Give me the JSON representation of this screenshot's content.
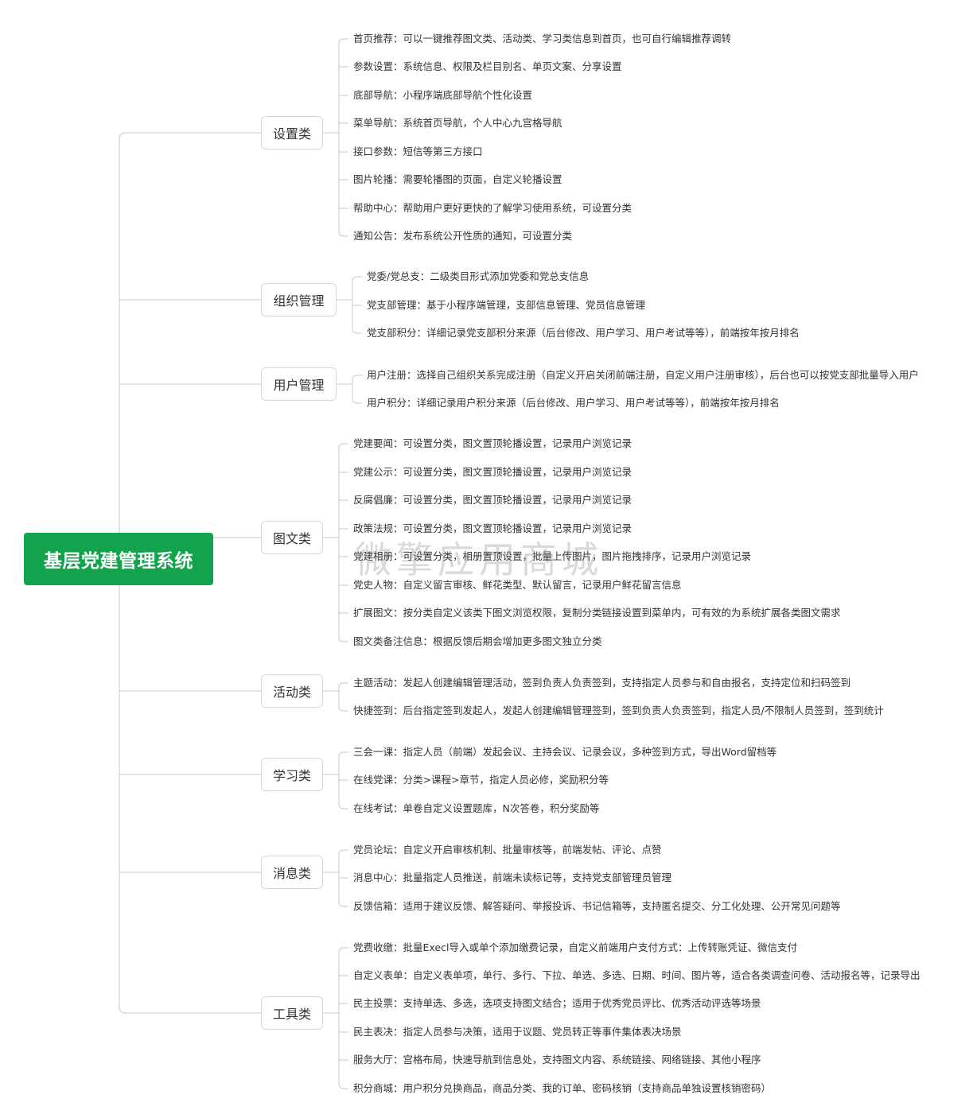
{
  "root": {
    "label": "基层党建管理系统",
    "color": "#12a34c"
  },
  "watermark": "微擎应用商城",
  "colors": {
    "line": "#c8c8c8",
    "branch_border": "#d7d7d7",
    "text": "#333333"
  },
  "branches": [
    {
      "label": "设置类",
      "leaves": [
        "首页推荐：可以一键推荐图文类、活动类、学习类信息到首页，也可自行编辑推荐调转",
        "参数设置：系统信息、权限及栏目别名、单页文案、分享设置",
        "底部导航：小程序端底部导航个性化设置",
        "菜单导航：系统首页导航，个人中心九宫格导航",
        "接口参数：短信等第三方接口",
        "图片轮播：需要轮播图的页面，自定义轮播设置",
        "帮助中心：帮助用户更好更快的了解学习使用系统，可设置分类",
        "通知公告：发布系统公开性质的通知，可设置分类"
      ]
    },
    {
      "label": "组织管理",
      "leaves": [
        "党委/党总支：二级类目形式添加党委和党总支信息",
        "党支部管理：基于小程序端管理，支部信息管理、党员信息管理",
        "党支部积分：详细记录党支部积分来源（后台修改、用户学习、用户考试等等），前端按年按月排名"
      ]
    },
    {
      "label": "用户管理",
      "leaves": [
        "用户注册：选择自己组织关系完成注册（自定义开启关闭前端注册，自定义用户注册审核），后台也可以按党支部批量导入用户",
        "用户积分：详细记录用户积分来源（后台修改、用户学习、用户考试等等），前端按年按月排名"
      ]
    },
    {
      "label": "图文类",
      "leaves": [
        "党建要闻：可设置分类，图文置顶轮播设置，记录用户浏览记录",
        "党建公示：可设置分类，图文置顶轮播设置，记录用户浏览记录",
        "反腐倡廉：可设置分类，图文置顶轮播设置，记录用户浏览记录",
        "政策法规：可设置分类，图文置顶轮播设置，记录用户浏览记录",
        "党建相册：可设置分类，相册置顶设置，批量上传图片，图片拖拽排序，记录用户浏览记录",
        "党史人物：自定义留言审核、鲜花类型、默认留言，记录用户鲜花留言信息",
        "扩展图文：按分类自定义该类下图文浏览权限，复制分类链接设置到菜单内，可有效的为系统扩展各类图文需求",
        "图文类备注信息：根据反馈后期会增加更多图文独立分类"
      ]
    },
    {
      "label": "活动类",
      "leaves": [
        "主题活动：发起人创建编辑管理活动，签到负责人负责签到，支持指定人员参与和自由报名，支持定位和扫码签到",
        "快捷签到：后台指定签到发起人，发起人创建编辑管理签到，签到负责人负责签到，指定人员/不限制人员签到，签到统计"
      ]
    },
    {
      "label": "学习类",
      "leaves": [
        "三会一课：指定人员（前端）发起会议、主持会议、记录会议，多种签到方式，导出Word留档等",
        "在线党课：分类>课程>章节，指定人员必修，奖励积分等",
        "在线考试：单卷自定义设置题库，N次答卷，积分奖励等"
      ]
    },
    {
      "label": "消息类",
      "leaves": [
        "党员论坛：自定义开启审核机制、批量审核等，前端发帖、评论、点赞",
        "消息中心：批量指定人员推送，前端未读标记等，支持党支部管理员管理",
        "反馈信箱：适用于建议反馈、解答疑问、举报投诉、书记信箱等，支持匿名提交、分工化处理、公开常见问题等"
      ]
    },
    {
      "label": "工具类",
      "leaves": [
        "党费收缴：批量Execl导入或单个添加缴费记录，自定义前端用户支付方式：上传转账凭证、微信支付",
        "自定义表单：自定义表单项，单行、多行、下拉、单选、多选、日期、时间、图片等，适合各类调查问卷、活动报名等，记录导出",
        "民主投票：支持单选、多选，选项支持图文结合；适用于优秀党员评比、优秀活动评选等场景",
        "民主表决：指定人员参与决策，适用于议题、党员转正等事件集体表决场景",
        "服务大厅：宫格布局，快速导航到信息处，支持图文内容、系统链接、网络链接、其他小程序",
        "积分商城：用户积分兑换商品，商品分类、我的订单、密码核销（支持商品单独设置核销密码）"
      ]
    }
  ]
}
